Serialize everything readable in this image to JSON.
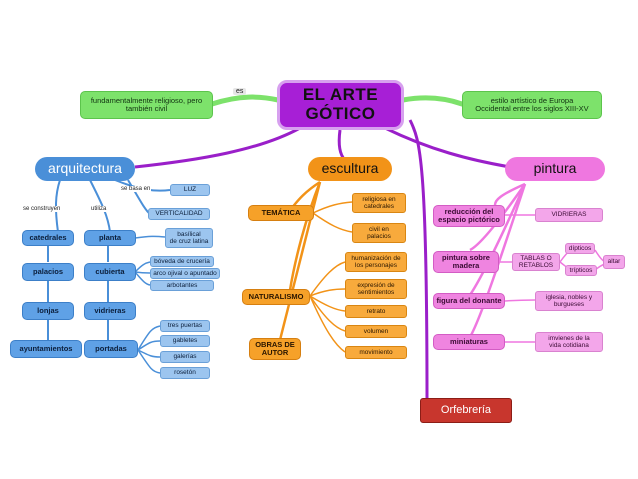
{
  "title": "EL ARTE\nGÓTICO",
  "es_label": "es",
  "left_def": "fundamentalmente religioso, pero\ntambién civil",
  "right_def": "estilo artístico de Europa\nOccidental entre los siglos XIII-XV",
  "arquitectura": {
    "label": "arquitectura",
    "rel_construyen": "se construyen",
    "rel_utiliza": "utiliza",
    "rel_basa": "se basa en",
    "construyen": [
      "catedrales",
      "palacios",
      "lonjas",
      "ayuntamientos"
    ],
    "utiliza": [
      "planta",
      "cubierta",
      "vidrieras",
      "portadas"
    ],
    "basa": [
      "LUZ",
      "VERTICALIDAD"
    ],
    "planta_items": [
      "basílical\nde cruz latina"
    ],
    "cubierta_items": [
      "bóveda de crucería",
      "arco ojival o apuntado",
      "arbotantes"
    ],
    "portadas_items": [
      "tres puertas",
      "gabletes",
      "galerías",
      "rosetón"
    ]
  },
  "escultura": {
    "label": "escultura",
    "tematica": "TEMÁTICA",
    "tematica_items": [
      "religiosa en\ncatedrales",
      "civil en\npalacios"
    ],
    "naturalismo": "NATURALISMO",
    "naturalismo_items": [
      "humanización de\nlos personajes",
      "expresión de\nsentimientos",
      "retrato",
      "volumen",
      "movimiento"
    ],
    "obras": "OBRAS DE\nAUTOR"
  },
  "pintura": {
    "label": "pintura",
    "reduccion": "reducción del\nespacio pictórico",
    "vidrieras": "VIDRIERAS",
    "madera": "pintura sobre\nmadera",
    "tablas": "TABLAS O\nRETABLOS",
    "dipticos": "dípticos",
    "tripticos": "trípticos",
    "altar": "altar",
    "donante": "figura del donante",
    "donante_items": "iglesia, nobles y\nburgueses",
    "miniaturas": "miniaturas",
    "miniaturas_items": "imvienes de la\nvida cotidiana"
  },
  "orfebreria": "Orfebrería",
  "colors": {
    "purple": "#a71fd6",
    "green": "#7de26b",
    "blue": "#4a8fd8",
    "orange": "#f29318",
    "pink": "#ef77e0",
    "red": "#c8362d"
  }
}
